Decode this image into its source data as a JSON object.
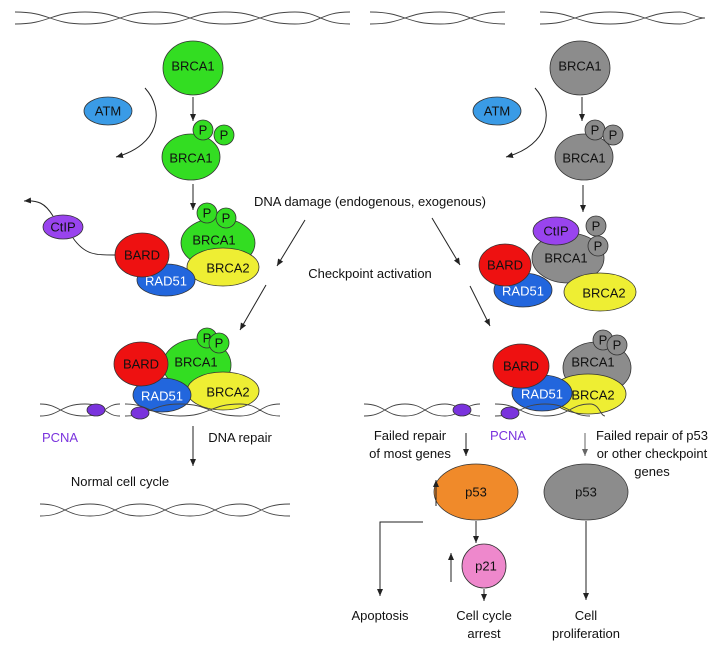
{
  "colors": {
    "brca1_active": "#33dd22",
    "brca1_inactive": "#8c8c8c",
    "atm": "#3a9be6",
    "bard": "#ee1111",
    "rad51": "#2266dd",
    "brca2": "#eeee33",
    "ctip": "#9944ee",
    "pcna": "#7a33dd",
    "p53_active": "#f08a2a",
    "p53_inactive": "#8c8c8c",
    "p21": "#ee88cc"
  },
  "left": {
    "brca1": "BRCA1",
    "atm": "ATM",
    "p": "P",
    "ctip": "CtIP",
    "bard": "BARD",
    "rad51": "RAD51",
    "brca2": "BRCA2",
    "pcna": "PCNA",
    "dna_repair": "DNA repair",
    "normal_cell_cycle": "Normal cell cycle"
  },
  "center": {
    "dna_damage": "DNA damage (endogenous, exogenous)",
    "checkpoint": "Checkpoint activation"
  },
  "right": {
    "brca1": "BRCA1",
    "atm": "ATM",
    "p": "P",
    "ctip": "CtIP",
    "bard": "BARD",
    "rad51": "RAD51",
    "brca2": "BRCA2",
    "pcna": "PCNA",
    "failed_most_1": "Failed repair",
    "failed_most_2": "of most genes",
    "failed_p53_1": "Failed repair of p53",
    "failed_p53_2": "or other checkpoint",
    "failed_p53_3": "genes",
    "p53": "p53",
    "p21": "p21",
    "apoptosis": "Apoptosis",
    "arrest_1": "Cell cycle",
    "arrest_2": "arrest",
    "prolif_1": "Cell",
    "prolif_2": "proliferation"
  }
}
